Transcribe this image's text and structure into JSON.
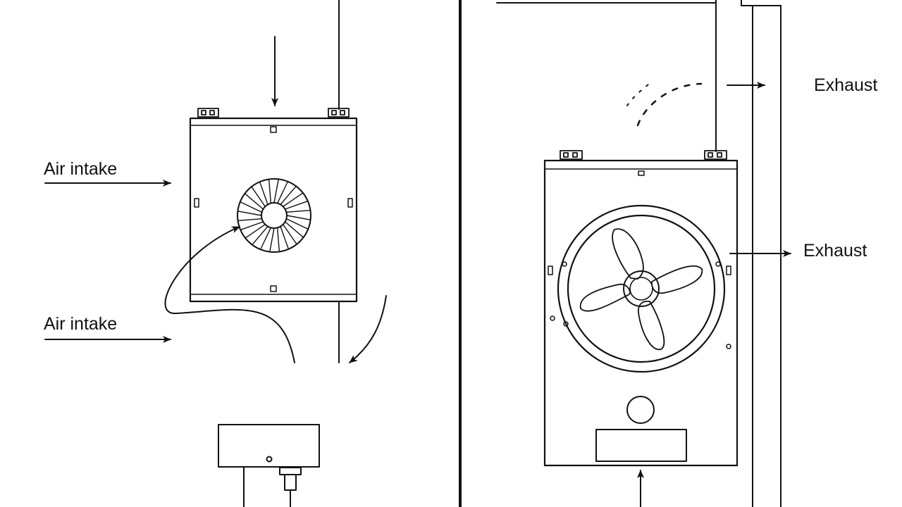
{
  "labels": {
    "air_intake_top": "Air intake",
    "air_intake_bottom": "Air intake",
    "exhaust_top": "Exhaust",
    "exhaust_mid": "Exhaust"
  },
  "colors": {
    "line": "#111111",
    "background": "#ffffff"
  },
  "icons": {
    "left_unit_fan": "radial-fan-icon",
    "right_unit_fan": "four-blade-fan-icon"
  }
}
